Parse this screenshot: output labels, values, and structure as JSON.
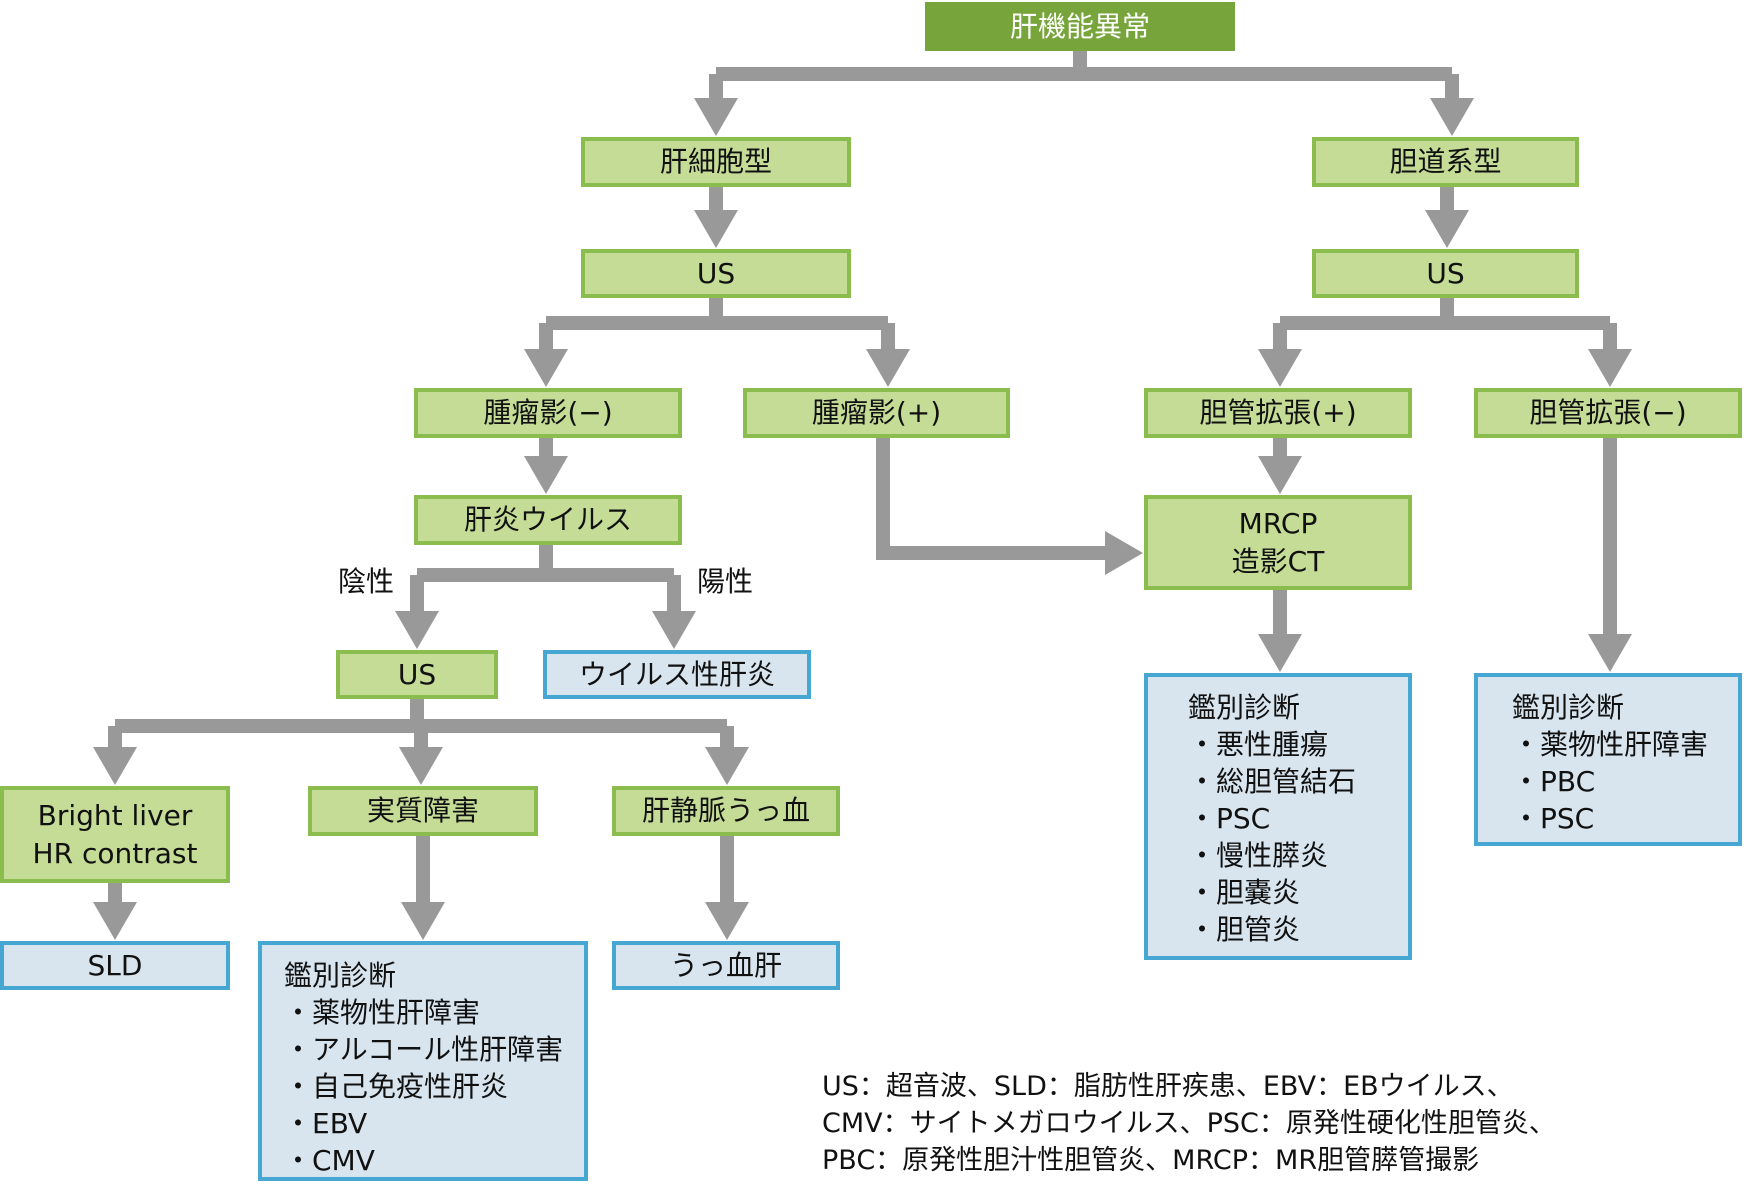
{
  "title": "肝機能異常",
  "nodes": {
    "hepatocellular": "肝細胞型",
    "biliary": "胆道系型",
    "us_left": "US",
    "us_right": "US",
    "tumor_neg": "腫瘤影(−)",
    "tumor_pos": "腫瘤影(+)",
    "duct_dil_pos": "胆管拡張(+)",
    "duct_dil_neg": "胆管拡張(−)",
    "hepatitis_virus": "肝炎ウイルス",
    "mrcp_line1": "MRCP",
    "mrcp_line2": "造影CT",
    "us_lower": "US",
    "viral_hepatitis": "ウイルス性肝炎",
    "bright_liver_line1": "Bright liver",
    "bright_liver_line2": "HR contrast",
    "parenchymal": "実質障害",
    "hepatic_congestion": "肝静脈うっ血",
    "sld": "SLD",
    "congestive_liver": "うっ血肝"
  },
  "edge_labels": {
    "negative": "陰性",
    "positive": "陽性"
  },
  "differentials": {
    "parenchymal": {
      "heading": "鑑別診断",
      "items": [
        "・薬物性肝障害",
        "・アルコール性肝障害",
        "・自己免疫性肝炎",
        "・EBV",
        "・CMV"
      ]
    },
    "duct_dil_pos": {
      "heading": "鑑別診断",
      "items": [
        "・悪性腫瘍",
        "・総胆管結石",
        "・PSC",
        "・慢性膵炎",
        "・胆嚢炎",
        "・胆管炎"
      ]
    },
    "duct_dil_neg": {
      "heading": "鑑別診断",
      "items": [
        "・薬物性肝障害",
        "・PBC",
        "・PSC"
      ]
    }
  },
  "legend": [
    "US：超音波、SLD：脂肪性肝疾患、EBV：EBウイルス、",
    "CMV：サイトメガロウイルス、PSC：原発性硬化性胆管炎、",
    "PBC：原発性胆汁性胆管炎、MRCP：MR胆管膵管撮影"
  ],
  "colors": {
    "top_fill": "#78a53b",
    "green_fill": "#c5dc97",
    "green_border": "#8abd4e",
    "blue_fill": "#d8e5ef",
    "blue_border": "#46a7d2",
    "arrow": "#999999"
  }
}
